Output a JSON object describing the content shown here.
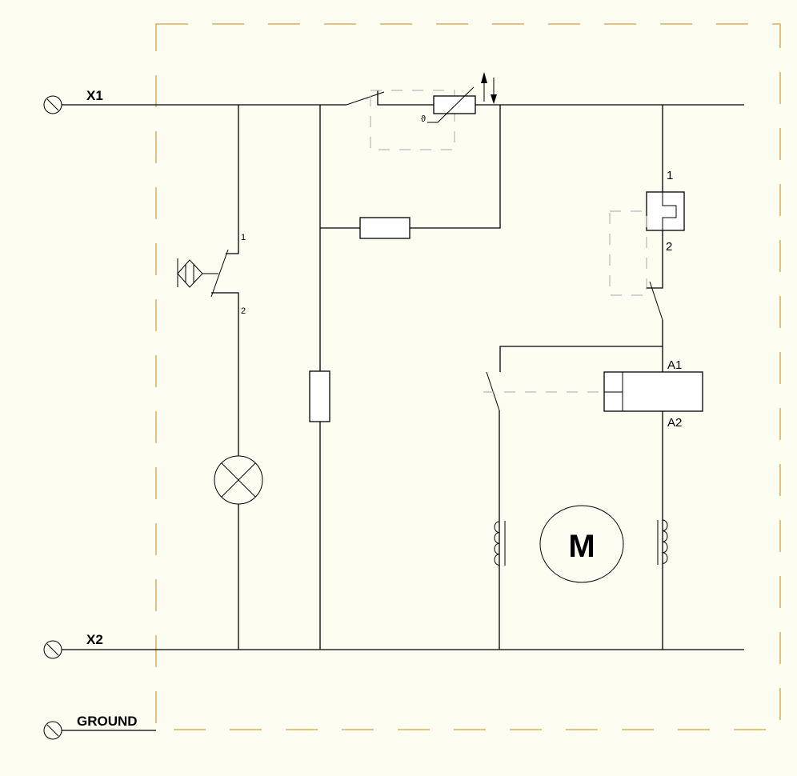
{
  "terminals": {
    "x1": "X1",
    "x2": "X2",
    "ground": "GROUND"
  },
  "door_switch": {
    "pin1": "1",
    "pin2": "2"
  },
  "ptc_relay": {
    "pin1": "1",
    "pin2": "2"
  },
  "relay_coil": {
    "a1": "A1",
    "a2": "A2"
  },
  "motor": {
    "label": "M"
  },
  "thermostat": {
    "symbol": "ϑ"
  },
  "colors": {
    "background": "#fdfdf2",
    "frame": "#d9a040",
    "mechanical_link": "#b8b8b8"
  }
}
